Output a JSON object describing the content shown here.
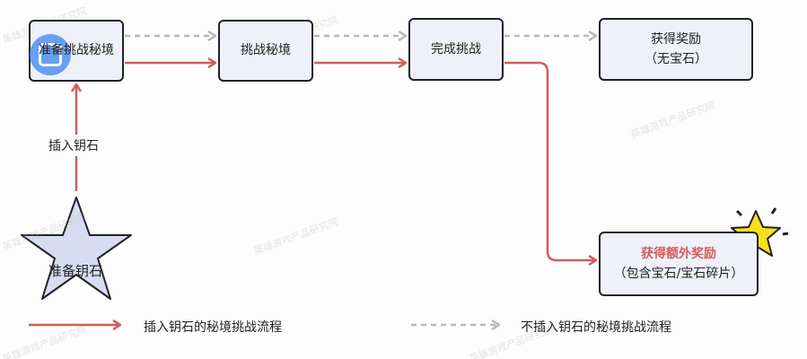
{
  "nodes": {
    "prepare_challenge": "准备挑战秘境",
    "challenge": "挑战秘境",
    "complete": "完成挑战",
    "reward_title": "获得奖励",
    "reward_sub": "（无宝石）",
    "extra_title": "获得额外奖励",
    "extra_sub": "（包含宝石/宝石碎片）",
    "prepare_key": "准备钥石"
  },
  "edge_labels": {
    "insert_key": "插入钥石"
  },
  "legend": {
    "with_key": "插入钥石的秘境挑战流程",
    "without_key": "不插入钥石的秘境挑战流程"
  },
  "watermark": {
    "text": "英雄游戏产品研究院",
    "logo": "领域图"
  },
  "colors": {
    "red": "#d35c5c",
    "gray": "#b8b8b8",
    "box": "#eef1fa",
    "star": "#d8dcf2",
    "accent_star": "#f7e11c"
  }
}
